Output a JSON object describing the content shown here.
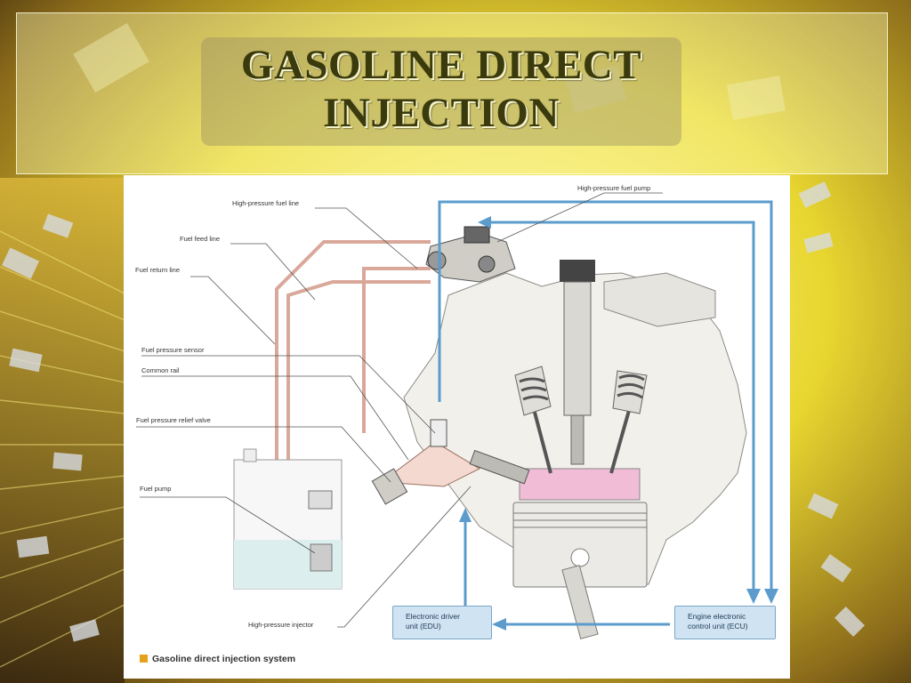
{
  "title": {
    "line1": "GASOLINE DIRECT",
    "line2": "INJECTION"
  },
  "diagram": {
    "labels": {
      "high_pressure_fuel_line": "High-pressure fuel line",
      "fuel_feed_line": "Fuel feed line",
      "fuel_return_line": "Fuel return line",
      "fuel_pressure_sensor": "Fuel pressure sensor",
      "common_rail": "Common rail",
      "fuel_pressure_relief_valve": "Fuel pressure relief valve",
      "fuel_pump": "Fuel pump",
      "high_pressure_injector": "High-pressure injector",
      "high_pressure_fuel_pump": "High-pressure fuel pump"
    },
    "edu": {
      "line1": "Electronic driver",
      "line2": "unit (EDU)"
    },
    "ecu": {
      "line1": "Engine electronic",
      "line2": "control unit (ECU)"
    },
    "caption": "Gasoline direct injection system"
  },
  "colors": {
    "signal": "#5b9ccd",
    "fuel_line": "#d9a89a",
    "chamber": "#f0bcd6",
    "caption_marker": "#e6a11a"
  }
}
